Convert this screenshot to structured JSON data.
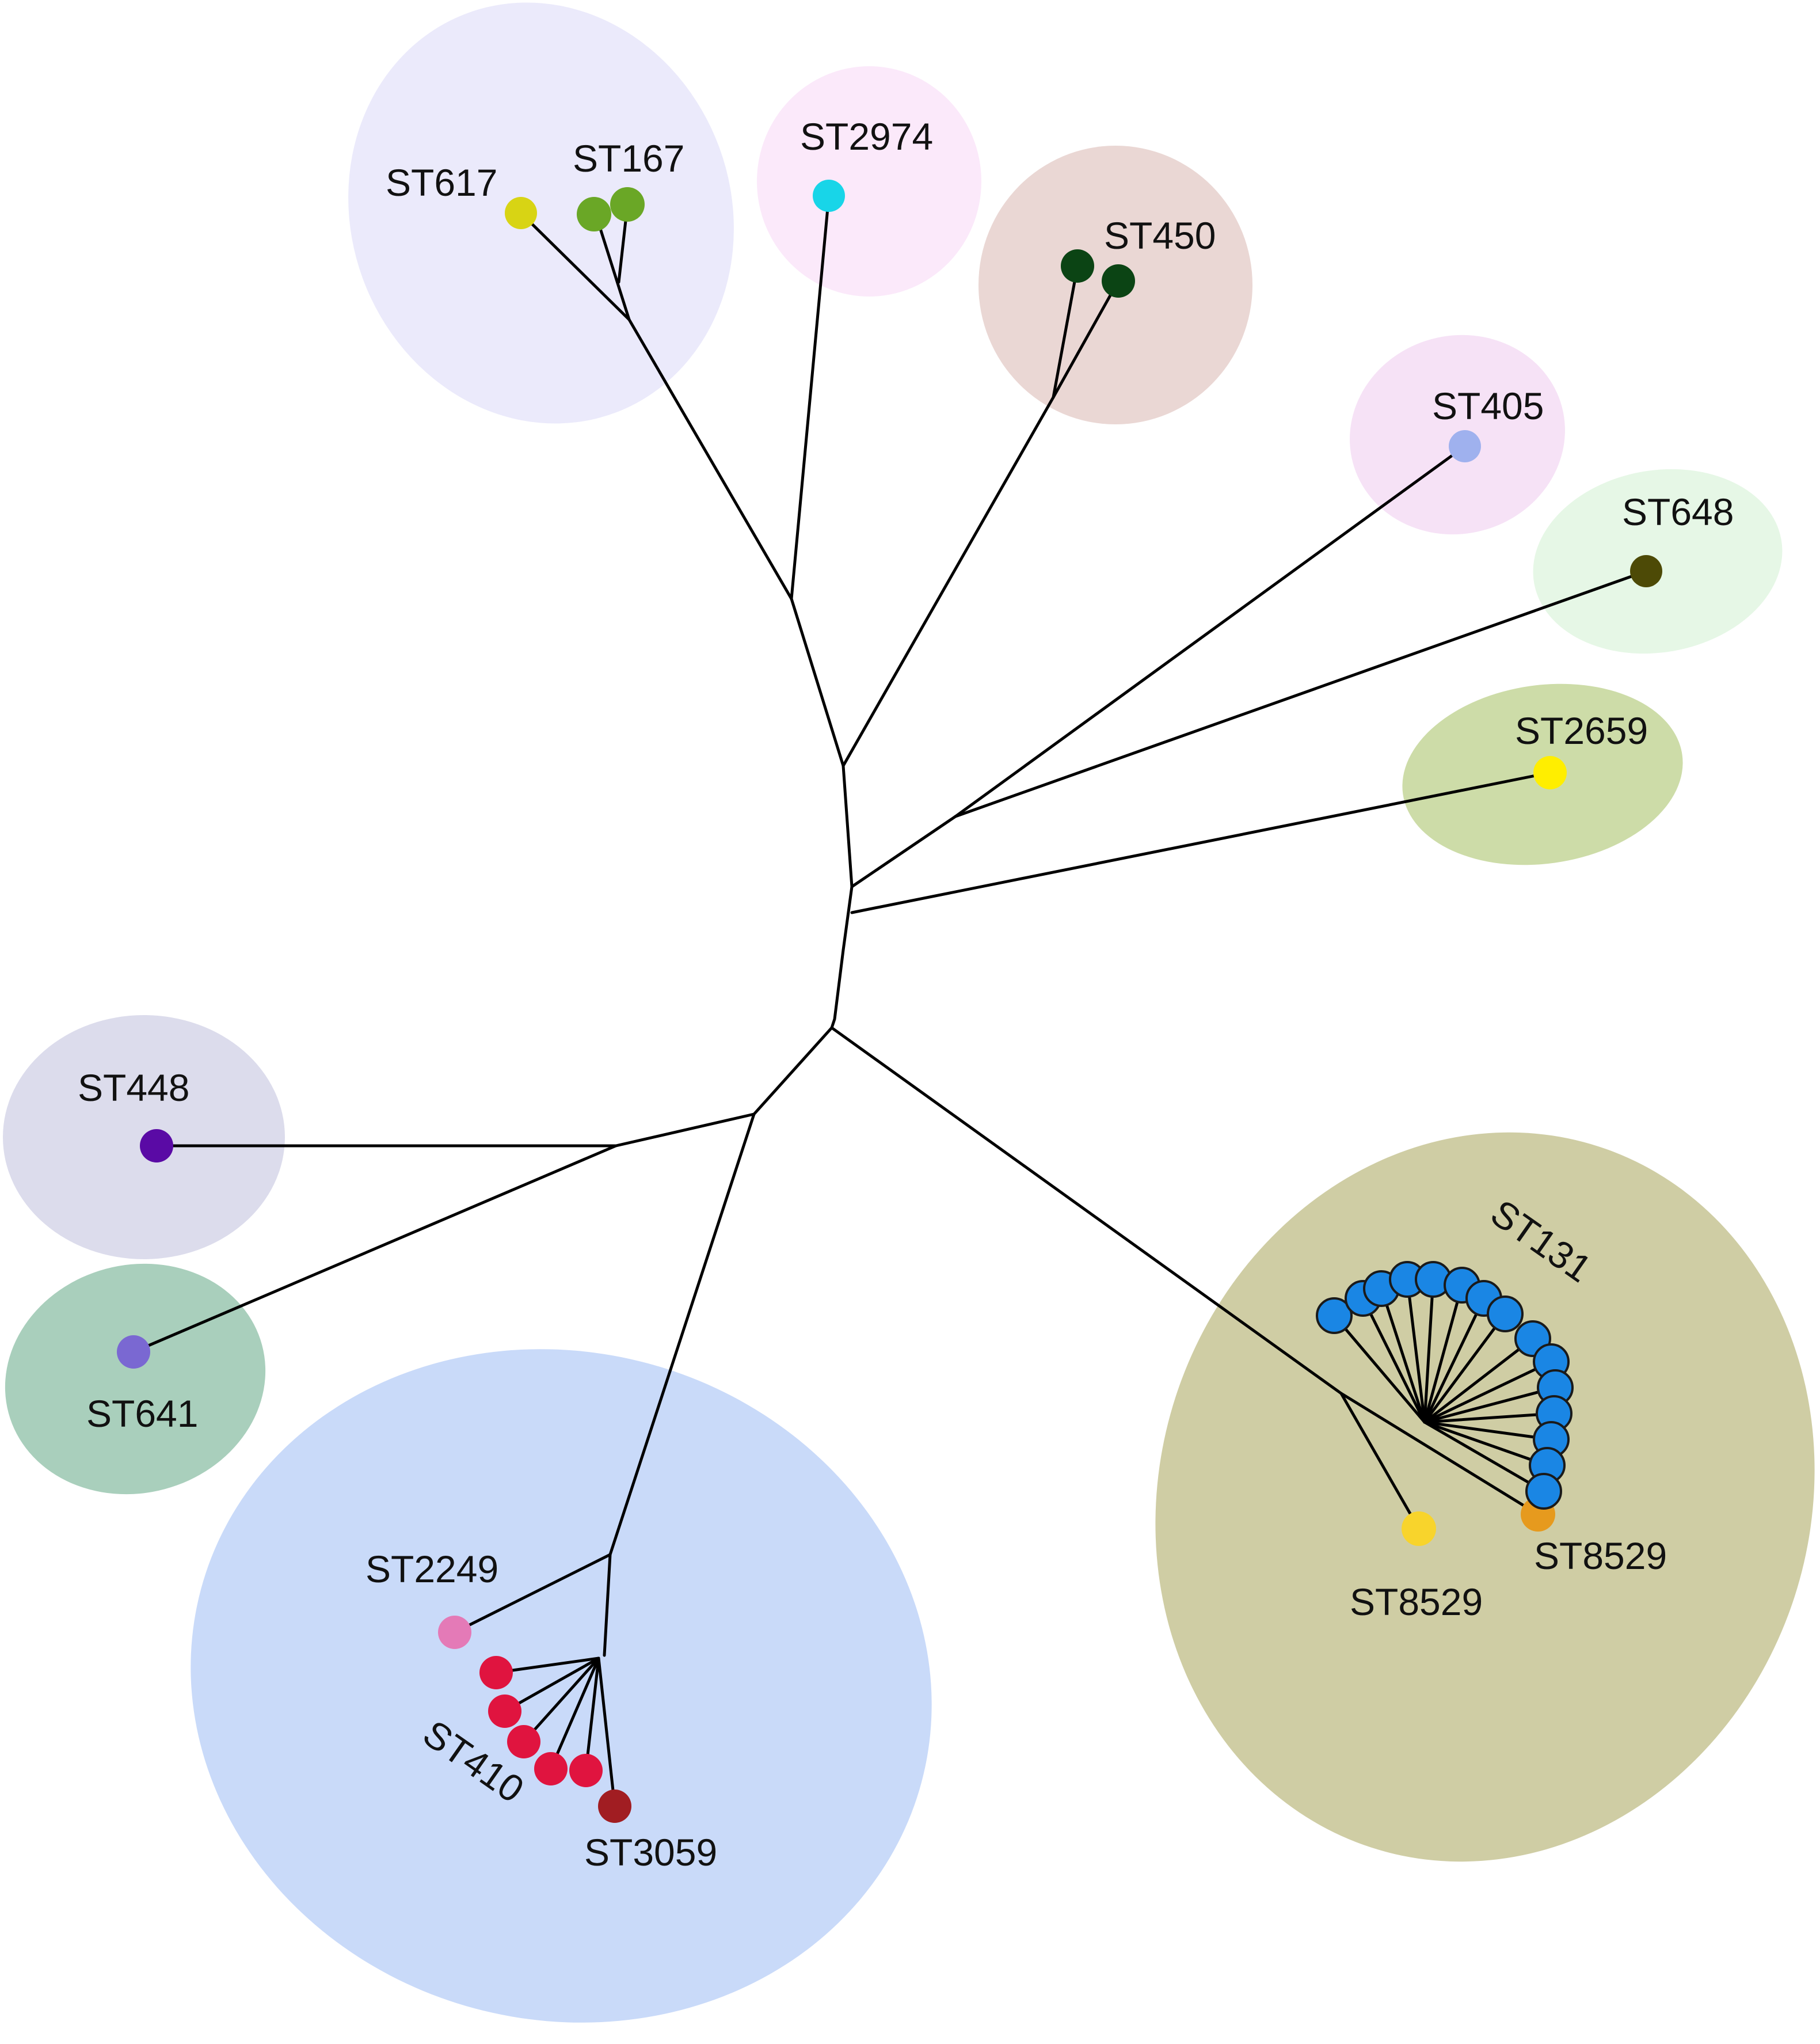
{
  "clusters": [
    {
      "id": "st617-167",
      "color": "#ebeafb"
    },
    {
      "id": "st2974",
      "color": "#fbe9fa"
    },
    {
      "id": "st450",
      "color": "#ead7d4"
    },
    {
      "id": "st405",
      "color": "#f6e2f6"
    },
    {
      "id": "st648",
      "color": "#e6f7e6"
    },
    {
      "id": "st2659",
      "color": "#cddca8"
    },
    {
      "id": "st448",
      "color": "#dcdcec"
    },
    {
      "id": "st641",
      "color": "#a9cfbc"
    },
    {
      "id": "st410",
      "color": "#c9daf9"
    },
    {
      "id": "st131",
      "color": "#cfcda4"
    }
  ],
  "labels": {
    "st617": "ST617",
    "st167": "ST167",
    "st2974": "ST2974",
    "st450": "ST450",
    "st405": "ST405",
    "st648": "ST648",
    "st2659": "ST2659",
    "st448": "ST448",
    "st641": "ST641",
    "st2249": "ST2249",
    "st410": "ST410",
    "st3059": "ST3059",
    "st131": "ST131",
    "st8529_a": "ST8529",
    "st8529_b": "ST8529"
  },
  "node_colors": {
    "st617": "#d8d414",
    "st167": "#6aa726",
    "st2974": "#18d5e8",
    "st450": "#0b4414",
    "st405": "#9fb1ee",
    "st648": "#4d4a06",
    "st2659": "#ffee00",
    "st448": "#5a0aa5",
    "st641": "#7a68d2",
    "st2249": "#e47ab7",
    "st410": "#e0143f",
    "st3059": "#a11d22",
    "st131": "#1a86e4",
    "st8529_a": "#f8d42c",
    "st8529_b": "#e69a1e"
  }
}
